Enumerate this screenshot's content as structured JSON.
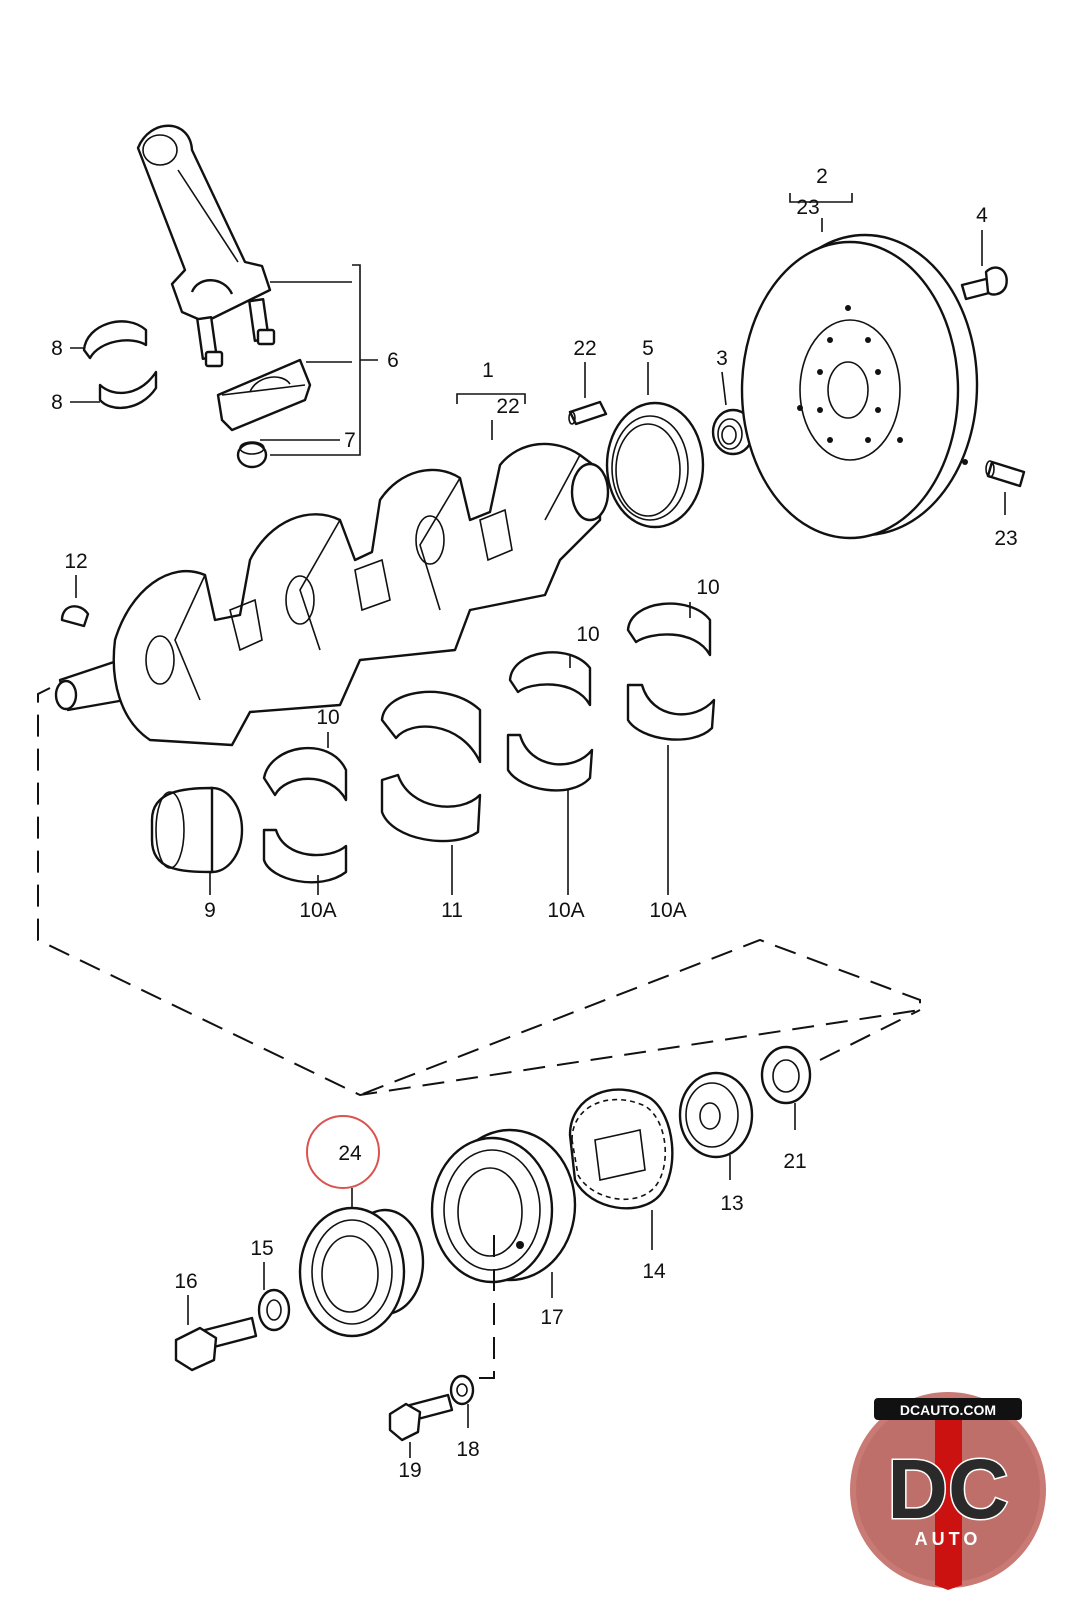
{
  "labels": {
    "l1": "1",
    "l2": "2",
    "l3": "3",
    "l4": "4",
    "l5": "5",
    "l6": "6",
    "l7": "7",
    "l8a": "8",
    "l8b": "8",
    "l9": "9",
    "l10a": "10",
    "l10b": "10",
    "l10c": "10",
    "l10A_a": "10A",
    "l10A_b": "10A",
    "l10A_c": "10A",
    "l11": "11",
    "l12": "12",
    "l13": "13",
    "l14": "14",
    "l15": "15",
    "l16": "16",
    "l17": "17",
    "l18": "18",
    "l19": "19",
    "l21": "21",
    "l22a": "22",
    "l22b": "22",
    "l23a": "23",
    "l23b": "23",
    "l24": "24"
  },
  "highlight": {
    "part": "24",
    "color": "#d9534f"
  },
  "logo": {
    "top_text": "DCAUTO.COM",
    "main_text": "DC",
    "sub_text": "AUTO",
    "accent": "#b22222"
  }
}
